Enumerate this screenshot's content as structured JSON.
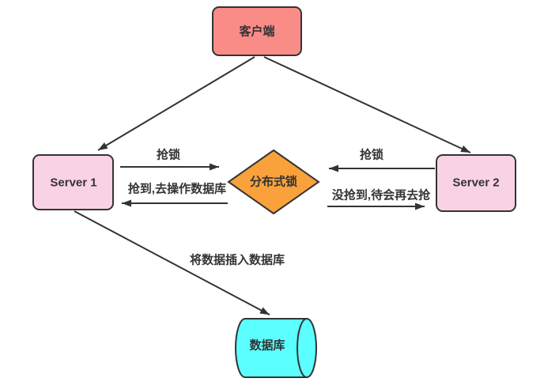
{
  "diagram": {
    "colors": {
      "background": "#ffffff",
      "stroke": "#333333",
      "text": "#333333"
    },
    "nodes": {
      "client": {
        "label": "客户端",
        "fill": "#FA8C87",
        "shape": "rounded-rect"
      },
      "server1": {
        "label": "Server 1",
        "fill": "#FAD2E6",
        "shape": "rounded-rect"
      },
      "server2": {
        "label": "Server 2",
        "fill": "#FAD2E6",
        "shape": "rounded-rect"
      },
      "lock": {
        "label": "分布式锁",
        "fill": "#F9A23C",
        "shape": "diamond"
      },
      "database": {
        "label": "数据库",
        "fill": "#5CFFFF",
        "shape": "cylinder"
      }
    },
    "edge_labels": {
      "server1_grab": "抢锁",
      "server2_grab": "抢锁",
      "got_lock": "抢到,去操作数据库",
      "missed_lock": "没抢到,待会再去抢",
      "insert_data": "将数据插入数据库"
    }
  }
}
